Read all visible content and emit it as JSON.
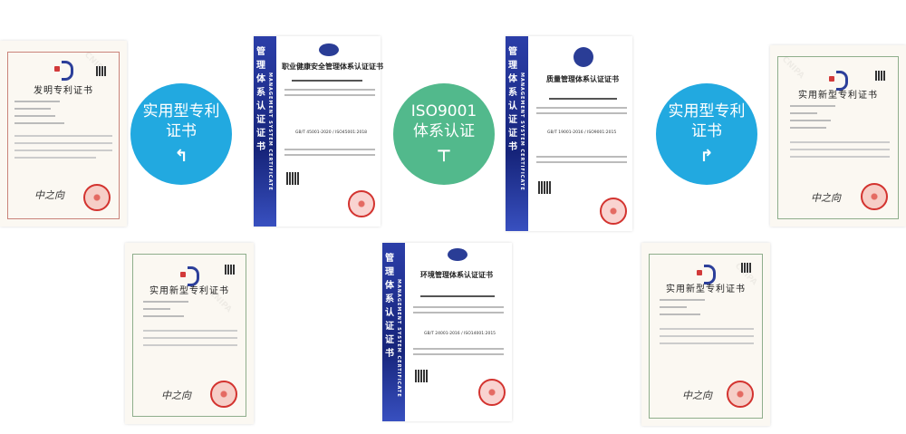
{
  "labels": {
    "utility_patent_badge": [
      "实用型专利",
      "证书"
    ],
    "iso_badge": [
      "ISO9001",
      "体系认证"
    ]
  },
  "colors": {
    "blue": "#22a9e0",
    "green": "#52b98c",
    "sidebar": "#1c2a8a",
    "seal": "#d3332f"
  },
  "icons": {
    "arrow_left": "turn-left-arrow",
    "arrow_tee": "tee-arrows"
  },
  "certificates": {
    "invention_patent": {
      "title": "发明专利证书",
      "watermark": "CNIPA"
    },
    "ohs": {
      "title": "职业健康安全管理体系认证证书",
      "side_cn": "管理体系认证证书",
      "side_en": "MANAGEMENT SYSTEM CERTIFICATE",
      "standard": "GB/T 45001-2020 / ISO45001:2018"
    },
    "quality": {
      "title": "质量管理体系认证证书",
      "side_cn": "管理体系认证证书",
      "side_en": "MANAGEMENT SYSTEM CERTIFICATE",
      "standard": "GB/T 19001-2016 / ISO9001:2015"
    },
    "utility_right": {
      "title": "实用新型专利证书",
      "watermark": "CNIPA"
    },
    "utility_left": {
      "title": "实用新型专利证书",
      "watermark": "CNIPA"
    },
    "environment": {
      "title": "环境管理体系认证证书",
      "side_cn": "管理体系认证证书",
      "side_en": "MANAGEMENT SYSTEM CERTIFICATE",
      "standard": "GB/T 24001-2016 / ISO14001:2015"
    },
    "utility_bottom": {
      "title": "实用新型专利证书",
      "watermark": "CNIPA"
    }
  }
}
